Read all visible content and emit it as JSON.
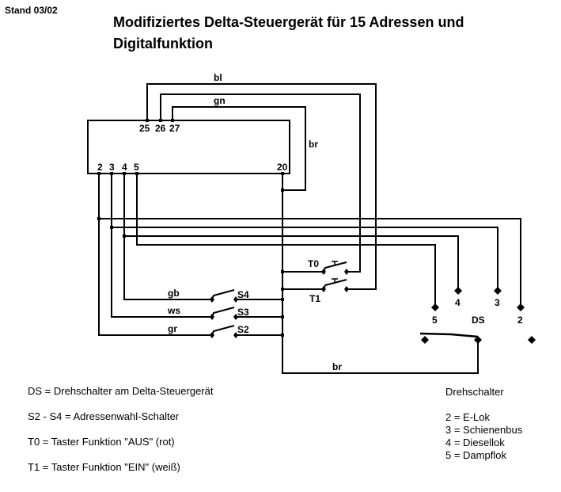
{
  "stand": "Stand 03/02",
  "title_line1": "Modifiziertes Delta-Steuergerät für 15 Adressen und",
  "title_line2": "Digitalfunktion",
  "wire_labels": {
    "bl": "bl",
    "gn": "gn",
    "br_top": "br",
    "gb": "gb",
    "ws": "ws",
    "gr": "gr",
    "br_bottom": "br"
  },
  "device_pins_top": [
    "25",
    "26",
    "27"
  ],
  "device_pins_bottom": [
    "2",
    "3",
    "4",
    "5"
  ],
  "device_pin_right": "20",
  "switches": [
    "S4",
    "S3",
    "S2"
  ],
  "buttons": [
    "T0",
    "T1"
  ],
  "rotary_labels": [
    "5",
    "4",
    "3",
    "2"
  ],
  "rotary_name": "DS",
  "legend_left": [
    "DS = Drehschalter am Delta-Steuergerät",
    "S2 - S4 = Adressenwahl-Schalter",
    "T0 = Taster Funktion \"AUS\" (rot)",
    "T1 = Taster Funktion \"EIN\" (weiß)"
  ],
  "legend_right": {
    "title": "Drehschalter",
    "items": [
      "2 = E-Lok",
      "3 = Schienenbus",
      "4 = Diesellok",
      "5 = Dampflok"
    ]
  }
}
